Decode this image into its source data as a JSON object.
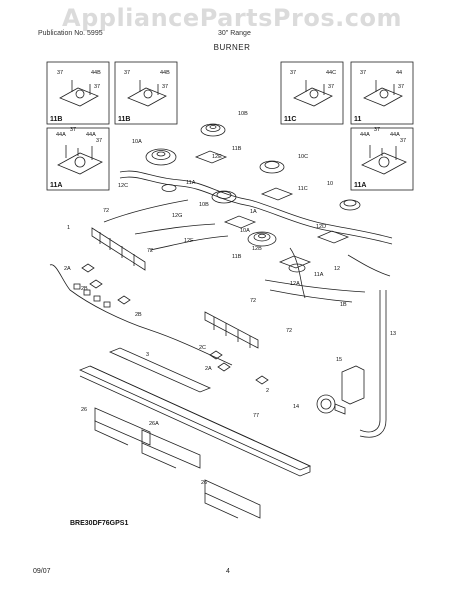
{
  "watermark": "AppliancePartsPros.com",
  "header": {
    "left": "Publication No. 5995",
    "right": "30\" Range"
  },
  "title": "BURNER",
  "model": "BRE30DF76GPS1",
  "footer": {
    "date": "09/07",
    "page": "4"
  },
  "insets": [
    {
      "id": "inset-11b-a",
      "name": "11B",
      "callouts": [
        "37",
        "44B",
        "37"
      ]
    },
    {
      "id": "inset-11b-b",
      "name": "11B",
      "callouts": [
        "37",
        "44B",
        "37"
      ]
    },
    {
      "id": "inset-11c",
      "name": "11C",
      "callouts": [
        "37",
        "44C",
        "37"
      ]
    },
    {
      "id": "inset-11",
      "name": "11",
      "callouts": [
        "37",
        "44",
        "37"
      ]
    },
    {
      "id": "inset-11a-a",
      "name": "11A",
      "callouts": [
        "44A",
        "37",
        "44A",
        "37"
      ]
    },
    {
      "id": "inset-11a-b",
      "name": "11A",
      "callouts": [
        "44A",
        "37",
        "44A",
        "37"
      ]
    }
  ],
  "callouts": [
    "10B",
    "10A",
    "12E",
    "11B",
    "10C",
    "12C",
    "11A",
    "10",
    "11C",
    "12G",
    "10B",
    "1A",
    "10A",
    "12D",
    "12F",
    "11B",
    "12B",
    "1",
    "72",
    "72",
    "2A",
    "2B",
    "12A",
    "11A",
    "12",
    "1B",
    "13",
    "72",
    "72",
    "2B",
    "3",
    "2C",
    "2A",
    "2",
    "15",
    "14",
    "26",
    "26A",
    "77",
    "26"
  ]
}
